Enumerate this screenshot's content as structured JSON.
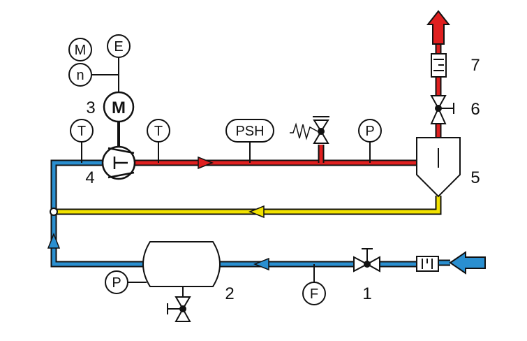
{
  "colors": {
    "blue": "#2a8fd0",
    "red": "#e02020",
    "yellow": "#f2e200",
    "line": "#111111",
    "fill": "#ffffff",
    "background": "#ffffff"
  },
  "gauges": {
    "motor_m": "M",
    "motor_e": "E",
    "motor_n": "n",
    "temp_in": "T",
    "temp_out": "T",
    "psh": "PSH",
    "pressure_discharge": "P",
    "pressure_tank": "P",
    "flow": "F"
  },
  "motor": {
    "label": "M"
  },
  "numbers": {
    "n1": "1",
    "n2": "2",
    "n3": "3",
    "n4": "4",
    "n5": "5",
    "n6": "6",
    "n7": "7"
  },
  "icons": {
    "pump": "centrifugal-pump-icon",
    "motor": "motor-icon",
    "gate_valve": "gate-valve-icon",
    "relief_valve": "relief-valve-icon",
    "separator": "separator-icon",
    "tank": "tank-icon",
    "filter": "filter-icon",
    "inlet_arrow": "arrow-left-icon",
    "outlet_arrow": "arrow-up-icon"
  }
}
